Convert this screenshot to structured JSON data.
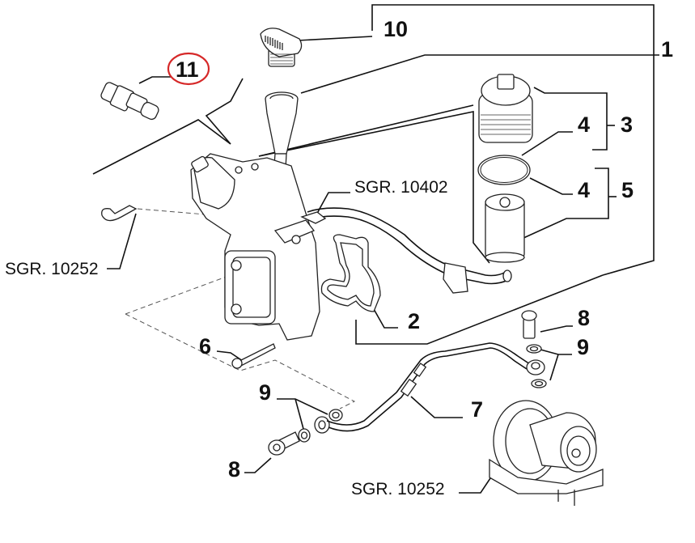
{
  "diagram": {
    "type": "exploded-parts-diagram",
    "subject": "Oil filter housing / oil cooler assembly with turbo oil feed line",
    "highlight_color": "#d62828",
    "highlighted_part": "11",
    "callouts": [
      {
        "id": "c1",
        "label": "1",
        "part": "oil filler tube / filter housing assembly"
      },
      {
        "id": "c2",
        "label": "2",
        "part": "gasket"
      },
      {
        "id": "c3",
        "label": "3",
        "part": "filter cap kit"
      },
      {
        "id": "c4a",
        "label": "4",
        "part": "o-ring"
      },
      {
        "id": "c4b",
        "label": "4",
        "part": "o-ring"
      },
      {
        "id": "c5",
        "label": "5",
        "part": "filter cartridge kit"
      },
      {
        "id": "c6",
        "label": "6",
        "part": "bolt"
      },
      {
        "id": "c7",
        "label": "7",
        "part": "turbo oil feed pipe"
      },
      {
        "id": "c8a",
        "label": "8",
        "part": "banjo bolt"
      },
      {
        "id": "c8b",
        "label": "8",
        "part": "banjo bolt"
      },
      {
        "id": "c9a",
        "label": "9",
        "part": "washer"
      },
      {
        "id": "c9b",
        "label": "9",
        "part": "washer"
      },
      {
        "id": "c10",
        "label": "10",
        "part": "filler cap"
      },
      {
        "id": "c11",
        "label": "11",
        "part": "oil pressure sensor"
      }
    ],
    "references": [
      {
        "id": "r1",
        "label": "SGR. 10402"
      },
      {
        "id": "r2",
        "label": "SGR. 10252"
      },
      {
        "id": "r3",
        "label": "SGR. 10252"
      }
    ]
  }
}
